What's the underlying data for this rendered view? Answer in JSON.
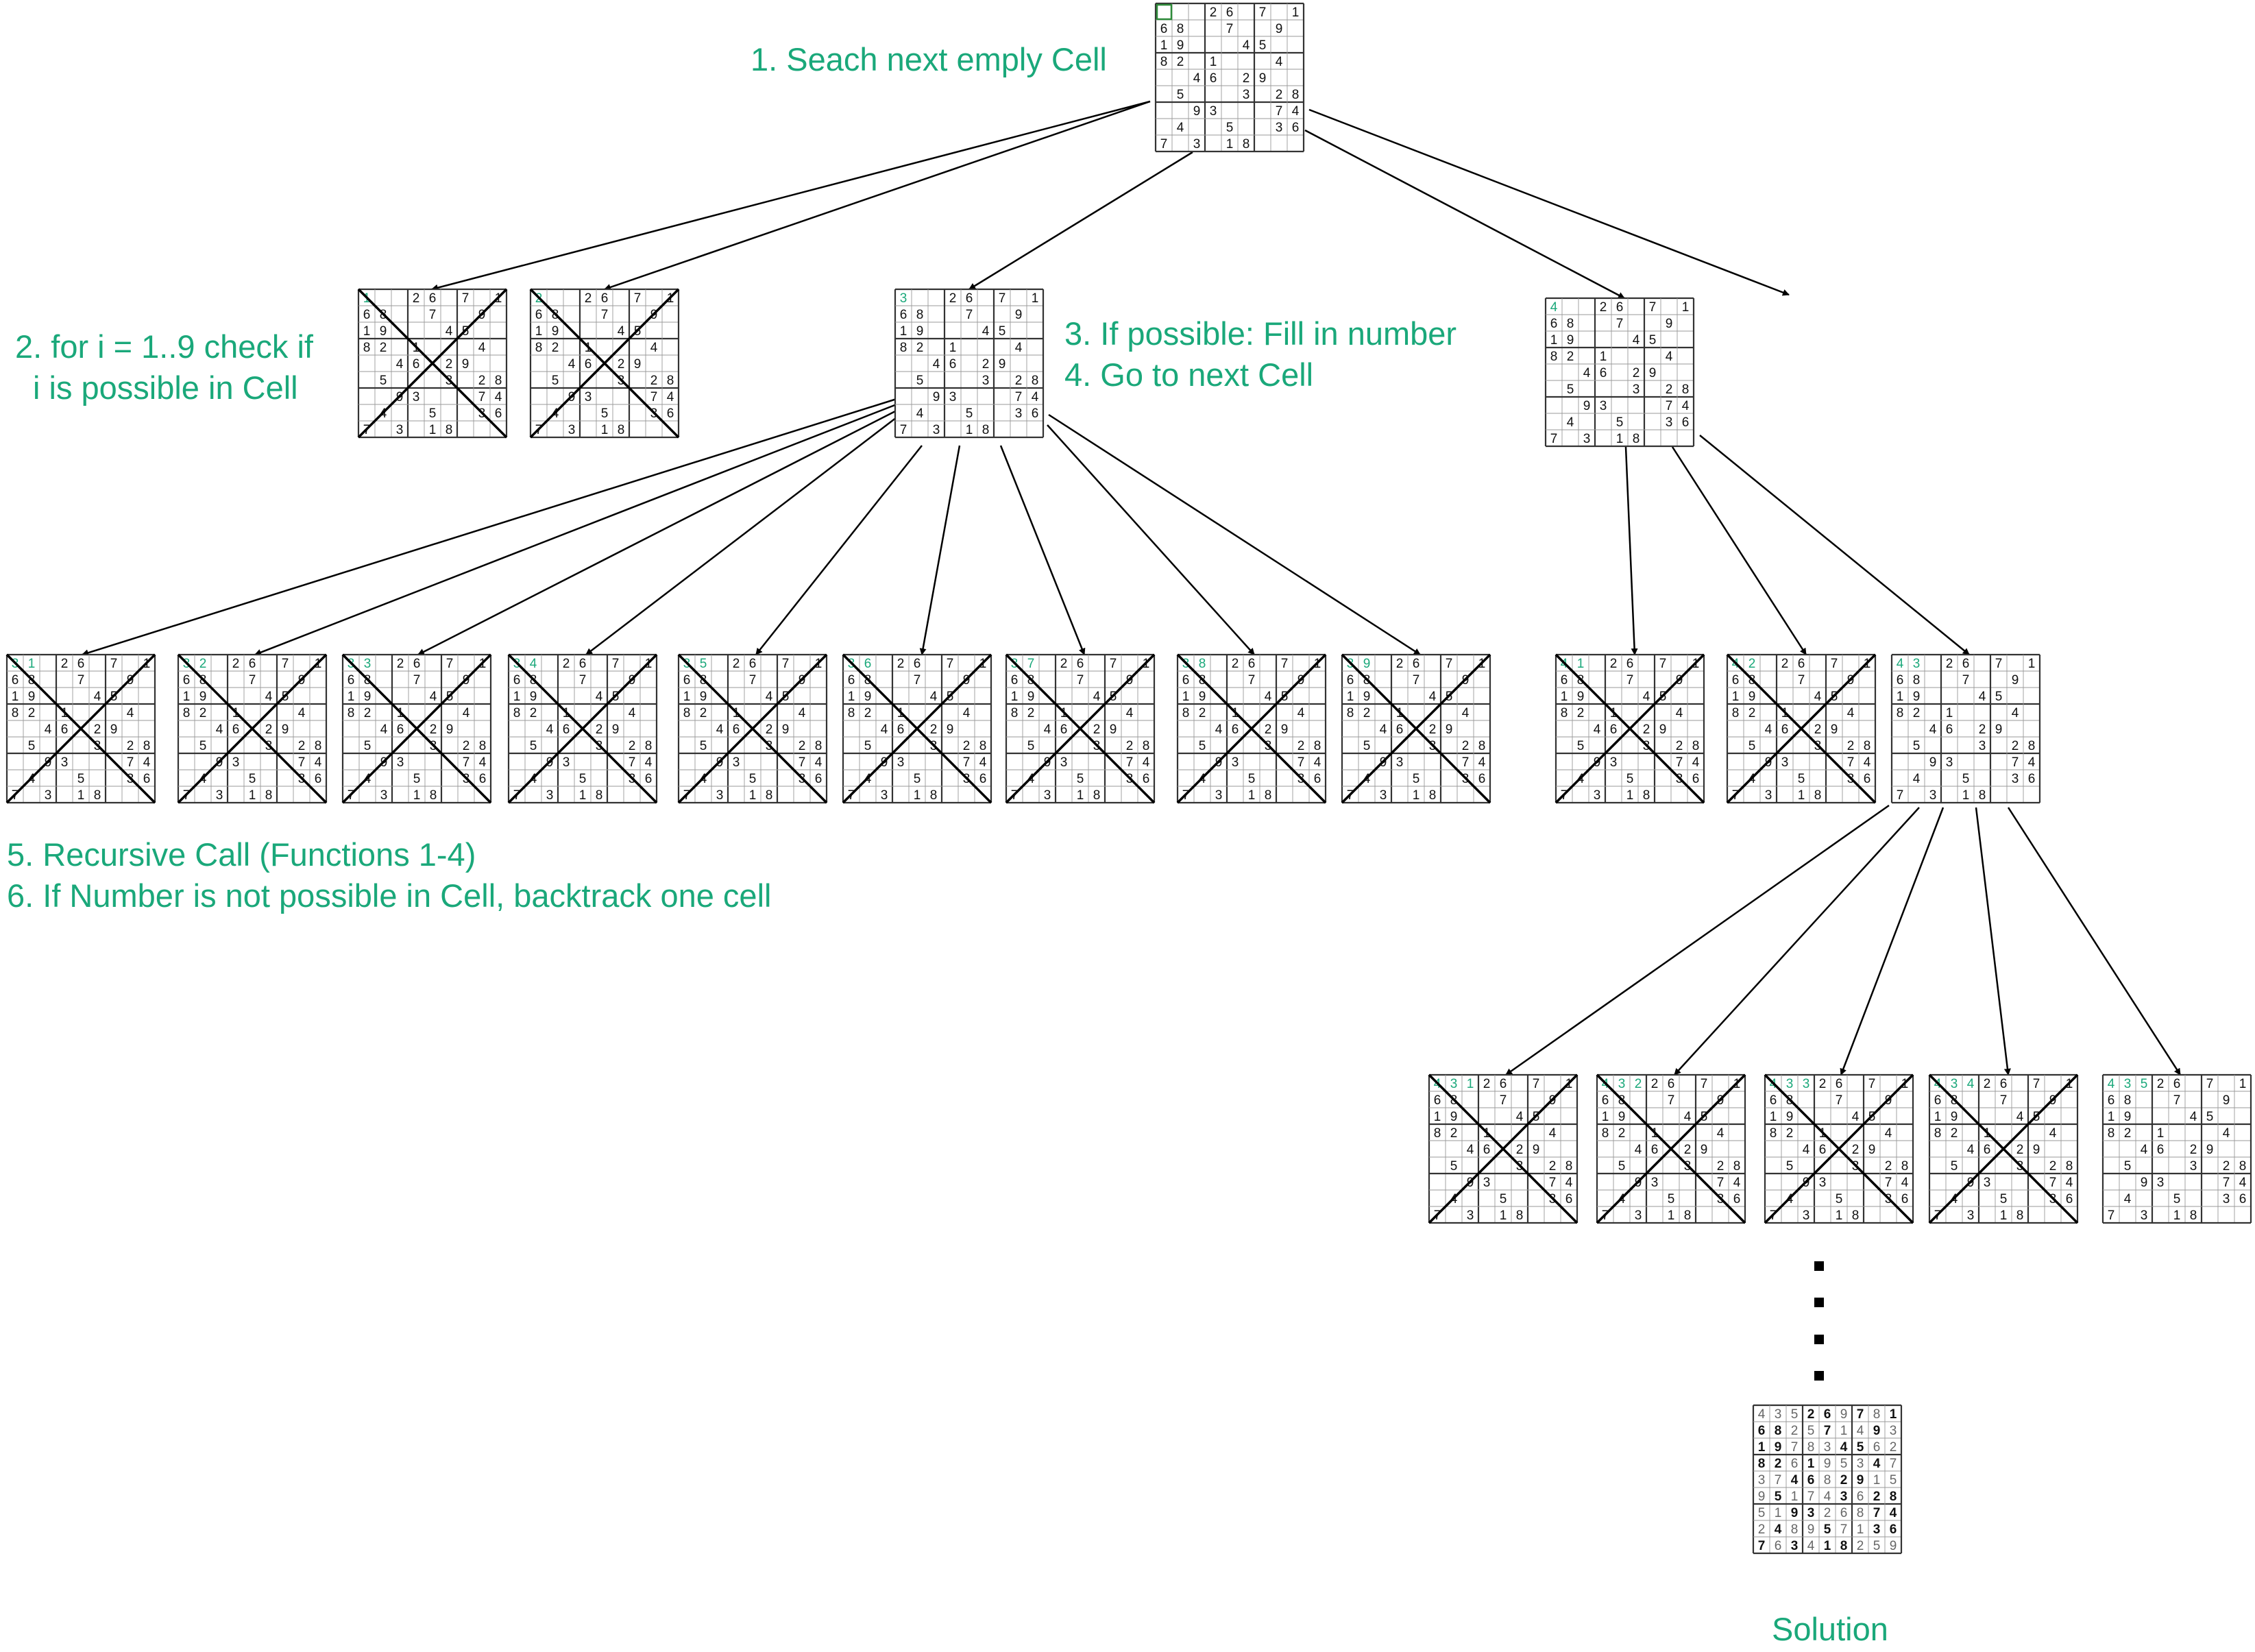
{
  "labels": {
    "step1": "1. Seach next emply Cell",
    "step2_line1": "2. for i = 1..9 check if",
    "step2_line2": "i is possible in Cell",
    "step3": "3. If possible: Fill in number",
    "step4": "4. Go to next Cell",
    "step5": "5. Recursive Call (Functions 1-4)",
    "step6": "6. If Number is not possible in Cell, backtrack one cell",
    "solution": "Solution"
  },
  "colors": {
    "annotation": "#1aa87a",
    "grid": "#555555",
    "arrow": "#000000",
    "selected_cell": "#2e8b3a"
  },
  "base_puzzle": [
    "...26.7.1",
    "68..7..9.",
    "19...45..",
    "82.1...4.",
    "..46.29..",
    ".5...3.28",
    "..93...74",
    ".4..5..36",
    "7.3.18..."
  ],
  "solution_grid": [
    "435269781",
    "682571493",
    "197834562",
    "826195347",
    "374682915",
    "951743628",
    "519326874",
    "248957136",
    "763418259"
  ],
  "boards": [
    {
      "id": "root",
      "highlight_first_cell": true,
      "guesses": [],
      "crossed": false
    },
    {
      "id": "l1-a",
      "guesses": [
        "1"
      ],
      "crossed": true
    },
    {
      "id": "l1-b",
      "guesses": [
        "2"
      ],
      "crossed": true
    },
    {
      "id": "l1-c",
      "guesses": [
        "3"
      ],
      "crossed": false
    },
    {
      "id": "l1-d",
      "guesses": [
        "4"
      ],
      "crossed": false
    },
    {
      "id": "l2-1",
      "guesses": [
        "3",
        "1"
      ],
      "crossed": true
    },
    {
      "id": "l2-2",
      "guesses": [
        "3",
        "2"
      ],
      "crossed": true
    },
    {
      "id": "l2-3",
      "guesses": [
        "3",
        "3"
      ],
      "crossed": true
    },
    {
      "id": "l2-4",
      "guesses": [
        "3",
        "4"
      ],
      "crossed": true
    },
    {
      "id": "l2-5",
      "guesses": [
        "3",
        "5"
      ],
      "crossed": true
    },
    {
      "id": "l2-6",
      "guesses": [
        "3",
        "6"
      ],
      "crossed": true
    },
    {
      "id": "l2-7",
      "guesses": [
        "3",
        "7"
      ],
      "crossed": true
    },
    {
      "id": "l2-8",
      "guesses": [
        "3",
        "8"
      ],
      "crossed": true
    },
    {
      "id": "l2-9",
      "guesses": [
        "3",
        "9"
      ],
      "crossed": true
    },
    {
      "id": "l2-r1",
      "guesses": [
        "4",
        "1"
      ],
      "crossed": true
    },
    {
      "id": "l2-r2",
      "guesses": [
        "4",
        "2"
      ],
      "crossed": true
    },
    {
      "id": "l2-r3",
      "guesses": [
        "4",
        "3"
      ],
      "crossed": false
    },
    {
      "id": "l3-1",
      "guesses": [
        "4",
        "3",
        "1"
      ],
      "crossed": true
    },
    {
      "id": "l3-2",
      "guesses": [
        "4",
        "3",
        "2"
      ],
      "crossed": true
    },
    {
      "id": "l3-3",
      "guesses": [
        "4",
        "3",
        "3"
      ],
      "crossed": true
    },
    {
      "id": "l3-4",
      "guesses": [
        "4",
        "3",
        "4"
      ],
      "crossed": true
    },
    {
      "id": "l3-5",
      "guesses": [
        "4",
        "3",
        "5"
      ],
      "crossed": false
    },
    {
      "id": "solution",
      "is_solution": true,
      "guesses": [],
      "crossed": false
    }
  ]
}
